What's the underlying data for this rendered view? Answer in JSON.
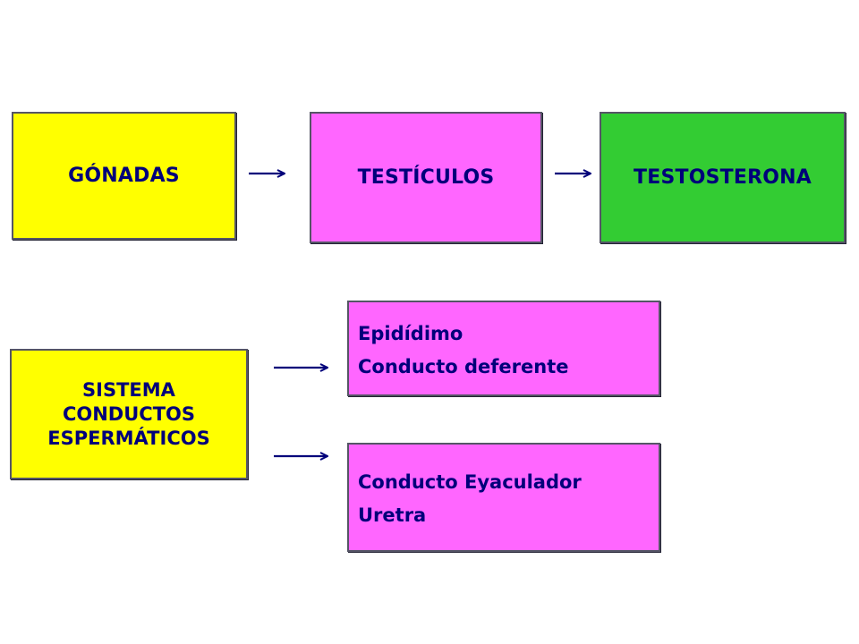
{
  "colors": {
    "yellow": "#ffff00",
    "pink": "#ff66ff",
    "green": "#33cc33",
    "text": "#00007a",
    "arrow": "#00007a"
  },
  "row1": {
    "gonadas": "GÓNADAS",
    "testiculos": "TESTÍCULOS",
    "testosterona": "TESTOSTERONA"
  },
  "row2": {
    "sistema_lines": [
      "SISTEMA",
      "CONDUCTOS",
      "ESPERMÁTICOS"
    ],
    "group1": [
      "Epidídimo",
      "Conducto deferente"
    ],
    "group2": [
      "Conducto Eyaculador",
      "Uretra"
    ]
  }
}
